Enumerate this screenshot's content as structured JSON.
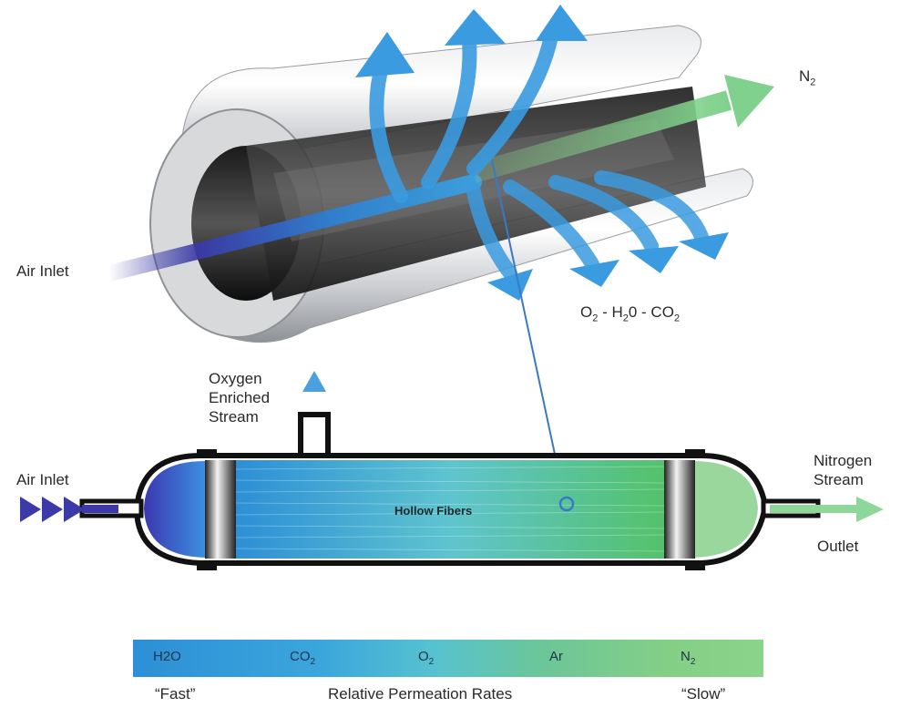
{
  "labels": {
    "air_inlet_top": "Air Inlet",
    "air_inlet_bottom": "Air Inlet",
    "n2_symbol": "N",
    "n2_sub": "2",
    "gases": {
      "o": "O",
      "o_sub": "2",
      "h": " - H",
      "h_sub": "2",
      "mid": "0 - CO",
      "co_sub": "2"
    },
    "oxygen_stream": [
      "Oxygen",
      "Enriched",
      "Stream"
    ],
    "nitrogen_stream": [
      "Nitrogen",
      "Stream"
    ],
    "outlet": "Outlet",
    "hollow_fibers": "Hollow Fibers"
  },
  "permeation_scale": {
    "gases": [
      {
        "base": "H",
        "sub": "",
        "tail": "2O"
      },
      {
        "base": "CO",
        "sub": "2",
        "tail": ""
      },
      {
        "base": "O",
        "sub": "2",
        "tail": ""
      },
      {
        "base": "Ar",
        "sub": "",
        "tail": ""
      },
      {
        "base": "N",
        "sub": "2",
        "tail": ""
      }
    ],
    "fast_label": "“Fast”",
    "slow_label": "“Slow”",
    "title": "Relative Permeation Rates"
  },
  "colors": {
    "fast_blue": "#2d8fd6",
    "slow_green": "#8ad48a",
    "air_purple": "#3b3aa8",
    "shell_outline": "#111111"
  }
}
